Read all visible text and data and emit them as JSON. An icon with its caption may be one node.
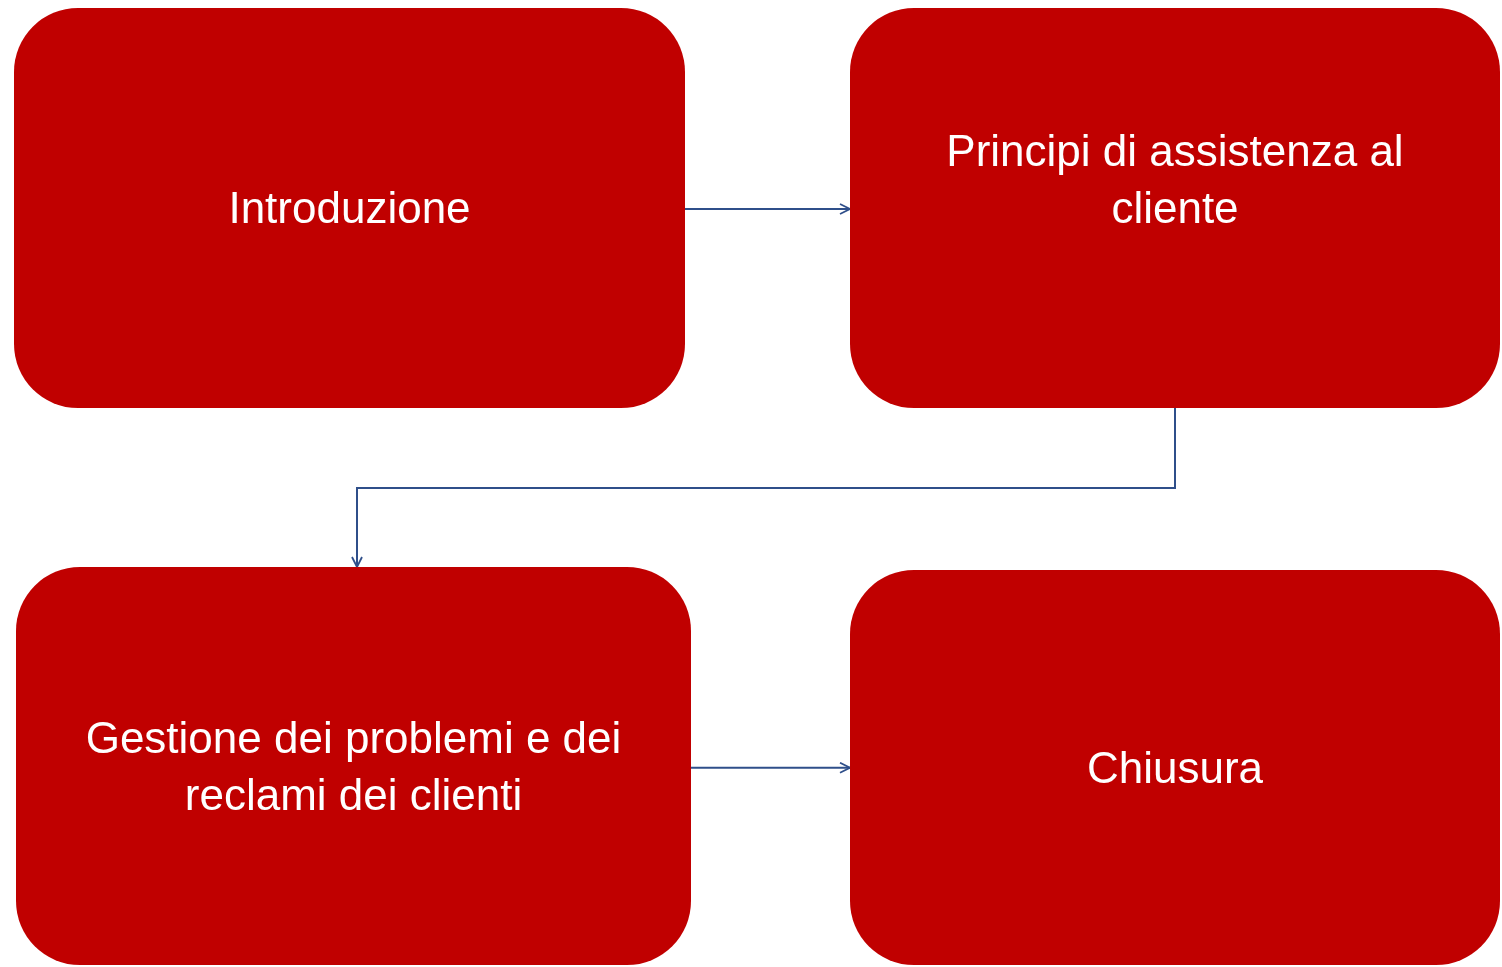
{
  "diagram": {
    "nodes": [
      {
        "text": [
          "Introduzione"
        ]
      },
      {
        "text": [
          "Principi di assistenza al cliente"
        ]
      },
      {
        "text": [
          "Gestione dei problemi e dei reclami dei clienti"
        ]
      },
      {
        "text": [
          "Chiusura"
        ]
      }
    ],
    "edges": [
      {
        "from": 0,
        "to": 1,
        "arrow": "to"
      },
      {
        "from": 1,
        "to": 2,
        "arrow": "to"
      },
      {
        "from": 2,
        "to": 3,
        "arrow": "to"
      }
    ]
  }
}
